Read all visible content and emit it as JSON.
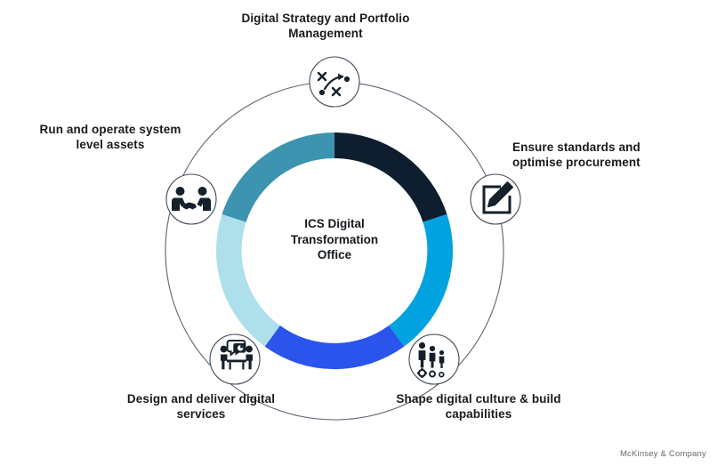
{
  "center": {
    "text": "ICS Digital\nTransformation\nOffice"
  },
  "footer": {
    "brand": "McKinsey & Company"
  },
  "colors": {
    "segment_navy": "#0F1E2E",
    "segment_bright_blue": "#00A3E0",
    "segment_royal_blue": "#2B54EC",
    "segment_pale_blue": "#AEE0EC",
    "segment_teal": "#3D94B0",
    "icon_stroke": "#14202b",
    "outer_ring": "#5a6672",
    "label_text": "#1a1a1a",
    "footer_text": "#6a6a6a",
    "background": "#ffffff"
  },
  "nodes": [
    {
      "id": "digital-strategy",
      "label": "Digital Strategy and Portfolio\nManagement",
      "icon": "strategy-playbook-icon",
      "angle_deg": 90,
      "segment_color": "#0F1E2E"
    },
    {
      "id": "ensure-standards",
      "label": "Ensure standards and\noptimise procurement",
      "icon": "edit-pencil-square-icon",
      "angle_deg": 18,
      "segment_color": "#00A3E0"
    },
    {
      "id": "shape-culture",
      "label": "Shape digital culture & build\ncapabilities",
      "icon": "people-gears-icon",
      "angle_deg": 306,
      "segment_color": "#2B54EC"
    },
    {
      "id": "design-deliver",
      "label": "Design and deliver digital\nservices",
      "icon": "meeting-table-chat-icon",
      "angle_deg": 234,
      "segment_color": "#AEE0EC"
    },
    {
      "id": "run-operate",
      "label": "Run and operate system\nlevel assets",
      "icon": "handshake-icon",
      "angle_deg": 162,
      "segment_color": "#3D94B0"
    }
  ],
  "chart_data": {
    "type": "pie",
    "title": "ICS Digital Transformation Office",
    "variant": "donut",
    "categories": [
      "Digital Strategy and Portfolio Management",
      "Ensure standards and optimise procurement",
      "Shape digital culture & build capabilities",
      "Design and deliver digital services",
      "Run and operate system level assets"
    ],
    "values": [
      20,
      20,
      20,
      20,
      20
    ],
    "colors": [
      "#0F1E2E",
      "#00A3E0",
      "#2B54EC",
      "#AEE0EC",
      "#3D94B0"
    ],
    "start_angle_deg": 90,
    "direction": "clockwise",
    "legend": "none",
    "grid": false
  }
}
